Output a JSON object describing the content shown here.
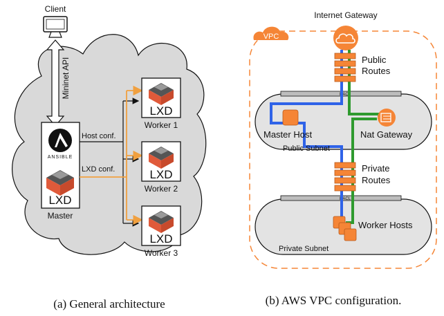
{
  "left": {
    "client": "Client",
    "api": "Mininet API",
    "ansible": "ANSIBLE",
    "lxd": "LXD",
    "master": "Master",
    "host_conf": "Host conf.",
    "lxd_conf": "LXD conf.",
    "workers": [
      {
        "lxd": "LXD",
        "label": "Worker 1"
      },
      {
        "lxd": "LXD",
        "label": "Worker 2"
      },
      {
        "lxd": "LXD",
        "label": "Worker 3"
      }
    ],
    "caption": "(a) General architecture"
  },
  "right": {
    "internet_gateway": "Internet Gateway",
    "vpc": "VPC",
    "public_routes": [
      "Public",
      "Routes"
    ],
    "nacl_top": "NACL",
    "master_host": "Master Host",
    "nat_gateway": "Nat Gateway",
    "public_subnet": "Public Subnet",
    "private_routes": [
      "Private",
      "Routes"
    ],
    "nacl_bottom": "NACL",
    "worker_hosts": "Worker Hosts",
    "private_subnet": "Private Subnet",
    "caption": "(b) AWS VPC configuration."
  },
  "colors": {
    "orange": "#f0a040",
    "aws_orange": "#f58536",
    "blue": "#2f63e8",
    "green": "#2f9a2f",
    "cloud": "#d9d9d9",
    "lxd_red": "#e05a3a"
  }
}
